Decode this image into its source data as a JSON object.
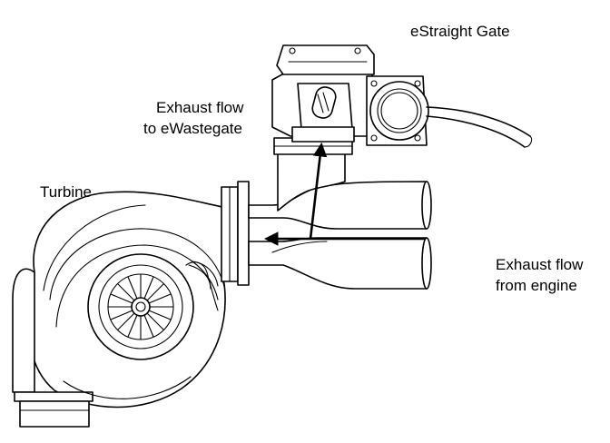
{
  "labels": {
    "estraight_gate": "eStraight Gate",
    "exhaust_to_wastegate_line1": "Exhaust flow",
    "exhaust_to_wastegate_line2": "to eWastegate",
    "turbine": "Turbine",
    "exhaust_from_engine_line1": "Exhaust flow",
    "exhaust_from_engine_line2": "from engine"
  },
  "colors": {
    "line": "#000000",
    "background": "#ffffff"
  }
}
